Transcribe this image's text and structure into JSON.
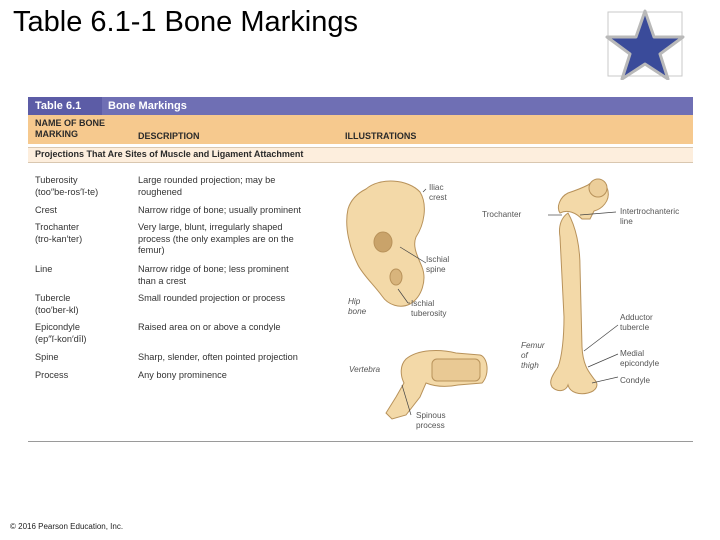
{
  "slide": {
    "title": "Table 6.1-1 Bone Markings",
    "copyright": "© 2016 Pearson Education, Inc."
  },
  "table": {
    "tag": "Table 6.1",
    "title": "Bone Markings",
    "col_name_line1": "NAME OF BONE",
    "col_name_line2": "MARKING",
    "col_description": "DESCRIPTION",
    "col_illustrations": "ILLUSTRATIONS",
    "section": "Projections That Are Sites of Muscle and Ligament Attachment",
    "rows": [
      {
        "name": [
          "Tuberosity",
          "(too″be-ros′ĭ-te)"
        ],
        "desc": [
          "Large rounded projection; may be",
          "roughened"
        ]
      },
      {
        "name": [
          "Crest"
        ],
        "desc": [
          "Narrow ridge of bone; usually prominent"
        ]
      },
      {
        "name": [
          "Trochanter",
          "(tro-kan′ter)"
        ],
        "desc": [
          "Very large, blunt, irregularly shaped",
          "process (the only examples are on the",
          "femur)"
        ]
      },
      {
        "name": [
          "Line"
        ],
        "desc": [
          "Narrow ridge of bone; less prominent",
          "than a crest"
        ]
      },
      {
        "name": [
          "Tubercle",
          "(too′ber-kl)"
        ],
        "desc": [
          "Small rounded projection or process"
        ]
      },
      {
        "name": [
          "Epicondyle",
          "(ep″ĭ-kon′dīl)"
        ],
        "desc": [
          "Raised area on or above a condyle"
        ]
      },
      {
        "name": [
          "Spine"
        ],
        "desc": [
          "Sharp, slender, often pointed projection"
        ]
      },
      {
        "name": [
          "Process"
        ],
        "desc": [
          "Any bony prominence"
        ]
      }
    ]
  },
  "illustration_labels": {
    "iliac_crest": [
      "Iliac",
      "crest"
    ],
    "ischial_spine": [
      "Ischial",
      "spine"
    ],
    "hip_bone": [
      "Hip",
      "bone"
    ],
    "ischial_tuberosity": [
      "Ischial",
      "tuberosity"
    ],
    "vertebra": "Vertebra",
    "spinous_process": [
      "Spinous",
      "process"
    ],
    "trochanter": "Trochanter",
    "intertrochanteric_line": [
      "Intertrochanteric",
      "line"
    ],
    "adductor_tubercle": [
      "Adductor",
      "tubercle"
    ],
    "femur": [
      "Femur",
      "of",
      "thigh"
    ],
    "medial_epicondyle": [
      "Medial",
      "epicondyle"
    ],
    "condyle": "Condyle"
  },
  "colors": {
    "header_bar": "#6f6fb4",
    "header_tag": "#5c5ca6",
    "column_bar": "#f6c98e",
    "section_bar": "#fdeedd",
    "bone": "#f3d9a8",
    "star": "#3a4b9a"
  }
}
